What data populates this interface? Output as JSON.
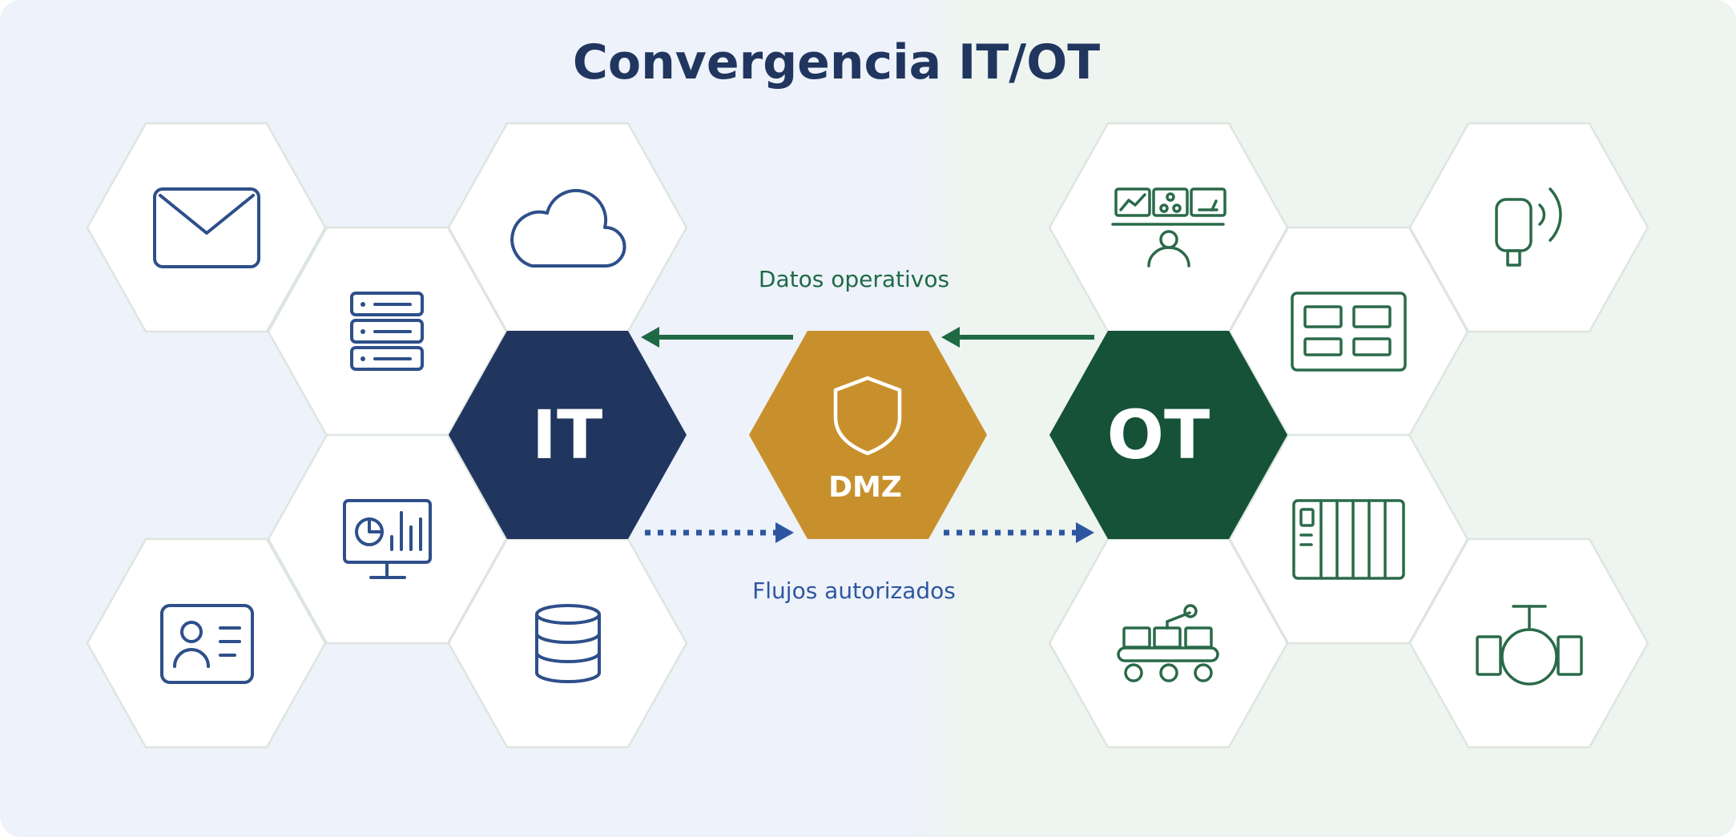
{
  "title": "Convergencia IT/OT",
  "colors": {
    "it_navy": "#20365f",
    "ot_green": "#155238",
    "dmz_gold": "#c8902c",
    "it_icon_stroke": "#2e4f8a",
    "ot_icon_stroke": "#2a6a48",
    "flow_blue": "#2e56a0",
    "flow_green": "#1f6a45",
    "bg_left": "#eef2fa",
    "bg_right": "#eef4ef",
    "hex_white": "#ffffff",
    "hex_border": "#dde5df"
  },
  "it": {
    "label": "IT",
    "icons": [
      "mail-icon",
      "cloud-icon",
      "server-icon",
      "dashboard-monitor-icon",
      "contact-card-icon",
      "database-icon"
    ]
  },
  "dmz": {
    "label": "DMZ",
    "icon": "shield-icon"
  },
  "ot": {
    "label": "OT",
    "icons": [
      "scada-operator-icon",
      "wireless-sensor-icon",
      "control-panel-icon",
      "plc-rack-icon",
      "robot-conveyor-icon",
      "valve-icon"
    ]
  },
  "flows": {
    "top_label": "Datos operativos",
    "bottom_label": "Flujos autorizados"
  }
}
